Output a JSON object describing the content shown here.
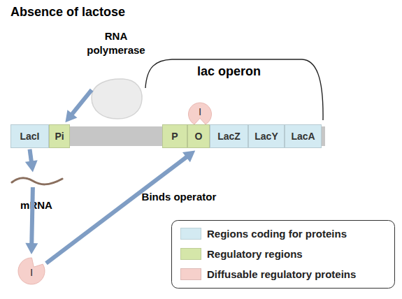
{
  "diagram": {
    "title": "Absence of lactose",
    "nodes": [
      {
        "text": [
          "RNA polymerase"
        ]
      },
      {
        "text": [
          "LacI"
        ]
      },
      {
        "text": [
          "Pi"
        ]
      },
      {
        "text": [
          "P"
        ]
      },
      {
        "text": [
          "O"
        ]
      },
      {
        "text": [
          "I"
        ]
      },
      {
        "text": [
          "LacZ"
        ]
      },
      {
        "text": [
          "LacY"
        ]
      },
      {
        "text": [
          "LacA"
        ]
      },
      {
        "text": [
          "mRNA"
        ]
      },
      {
        "text": [
          "I"
        ]
      }
    ],
    "edges": [
      {
        "from": 0,
        "to": 2,
        "arrow": "to"
      },
      {
        "from": 1,
        "to": 9,
        "arrow": "to"
      },
      {
        "from": 9,
        "to": 10,
        "arrow": "to"
      },
      {
        "from": 10,
        "to": 4,
        "arrow": "to",
        "label": "Binds operator"
      }
    ],
    "labels": [
      "lac operon"
    ],
    "legend": [
      {
        "text": "Regions coding for proteins",
        "color": "#d3eaf2"
      },
      {
        "text": "Regulatory regions",
        "color": "#d5e6a9"
      },
      {
        "text": "Diffusable regulatory proteins",
        "color": "#f6d0cb"
      }
    ]
  }
}
